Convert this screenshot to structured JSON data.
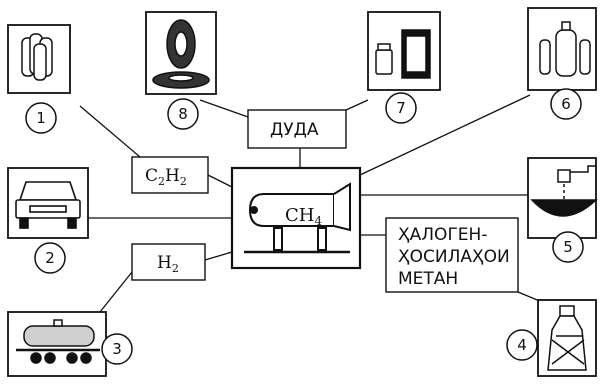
{
  "center": {
    "formula": "CH",
    "subscript": "4"
  },
  "labels": {
    "soot": "ДУДА",
    "acetylene": {
      "c": "C",
      "c_sub": "2",
      "h": "H",
      "h_sub": "2"
    },
    "hydrogen": {
      "h": "H",
      "h_sub": "2"
    },
    "halogen": [
      "ҲАЛОГЕН-",
      "ҲОСИЛАҲОИ",
      "МЕТАН"
    ]
  },
  "items": [
    {
      "number": "1",
      "icon": "cylinders-icon"
    },
    {
      "number": "2",
      "icon": "car-icon"
    },
    {
      "number": "3",
      "icon": "tank-wagon-icon"
    },
    {
      "number": "4",
      "icon": "bottle-icon"
    },
    {
      "number": "5",
      "icon": "faucet-icon"
    },
    {
      "number": "6",
      "icon": "gas-cylinders-icon"
    },
    {
      "number": "7",
      "icon": "jars-icon"
    },
    {
      "number": "8",
      "icon": "tires-icon"
    }
  ]
}
